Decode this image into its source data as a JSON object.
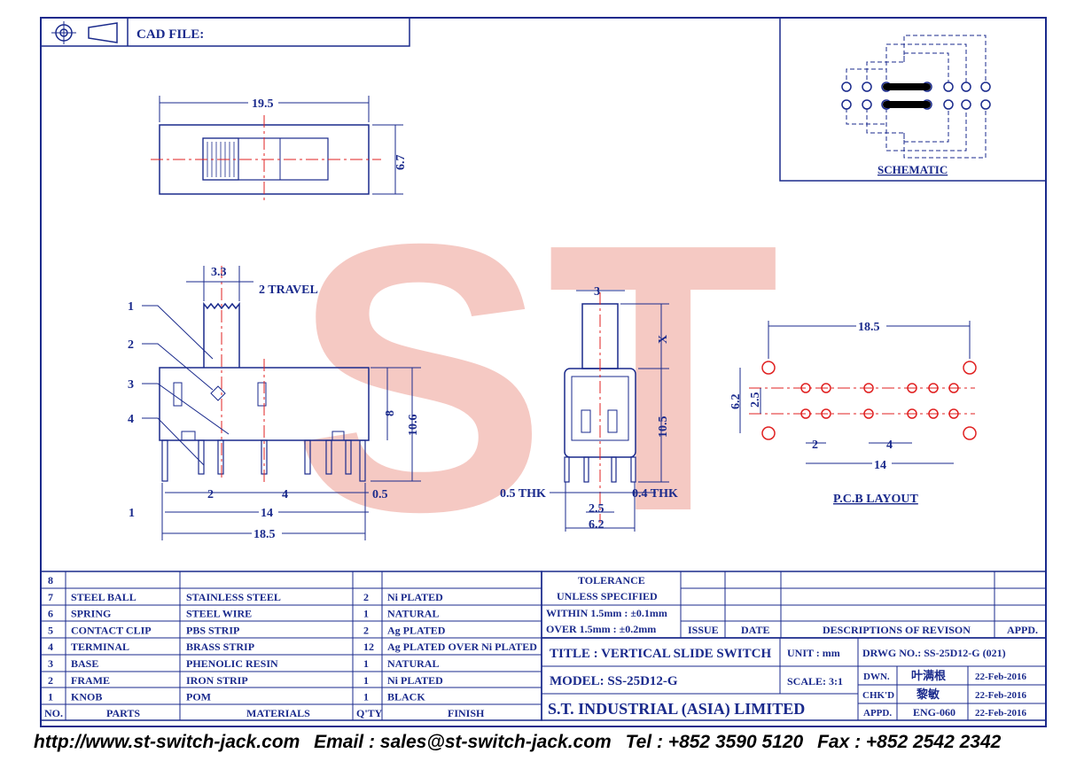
{
  "header": {
    "cad_label": "CAD FILE:"
  },
  "schematic": {
    "label": "SCHEMATIC"
  },
  "watermark": "ST",
  "top_view": {
    "width": "19.5",
    "height": "6.7"
  },
  "front_view": {
    "knob_width": "3.3",
    "travel": "2 TRAVEL",
    "height_body": "8",
    "height_total": "10.6",
    "pitch1": "2",
    "pitch2": "4",
    "span14": "14",
    "span185": "18.5",
    "offset1": "1",
    "offset05": "0.5",
    "callouts": [
      "1",
      "2",
      "3",
      "4"
    ]
  },
  "side_view": {
    "knob": "3",
    "x": "X",
    "height": "10.5",
    "thk1": "0.5 THK",
    "thk2": "0.4 THK",
    "w1": "2.5",
    "w2": "6.2"
  },
  "pcb": {
    "label": "P.C.B LAYOUT",
    "span": "18.5",
    "h1": "6.2",
    "h2": "2.5",
    "p1": "2",
    "p2": "4",
    "p3": "14"
  },
  "parts_table": {
    "headers": [
      "NO.",
      "PARTS",
      "MATERIALS",
      "Q'TY",
      "FINISH"
    ],
    "rows": [
      {
        "no": "8",
        "part": "",
        "material": "",
        "qty": "",
        "finish": ""
      },
      {
        "no": "7",
        "part": "STEEL BALL",
        "material": "STAINLESS STEEL",
        "qty": "2",
        "finish": "Ni PLATED"
      },
      {
        "no": "6",
        "part": "SPRING",
        "material": "STEEL WIRE",
        "qty": "1",
        "finish": "NATURAL"
      },
      {
        "no": "5",
        "part": "CONTACT CLIP",
        "material": "PBS STRIP",
        "qty": "2",
        "finish": "Ag PLATED"
      },
      {
        "no": "4",
        "part": "TERMINAL",
        "material": "BRASS STRIP",
        "qty": "12",
        "finish": "Ag PLATED OVER Ni PLATED"
      },
      {
        "no": "3",
        "part": "BASE",
        "material": "PHENOLIC RESIN",
        "qty": "1",
        "finish": "NATURAL"
      },
      {
        "no": "2",
        "part": "FRAME",
        "material": "IRON STRIP",
        "qty": "1",
        "finish": "Ni PLATED"
      },
      {
        "no": "1",
        "part": "KNOB",
        "material": "POM",
        "qty": "1",
        "finish": "BLACK"
      }
    ]
  },
  "tolerance": {
    "title": "TOLERANCE",
    "sub": "UNLESS   SPECIFIED",
    "l1": "WITHIN  1.5mm : ±0.1mm",
    "l2": "OVER    1.5mm : ±0.2mm",
    "issue": "ISSUE",
    "date": "DATE",
    "desc": "DESCRIPTIONS OF REVISON",
    "appd": "APPD."
  },
  "title_block": {
    "title": "TITLE : VERTICAL SLIDE SWITCH",
    "unit": "UNIT :   mm",
    "drwg": "DRWG NO.: SS-25D12-G (021)",
    "model": "MODEL: SS-25D12-G",
    "scale": "SCALE:  3:1",
    "company": "S.T. INDUSTRIAL (ASIA) LIMITED",
    "dwn_label": "DWN.",
    "dwn_name": "叶满根",
    "dwn_date": "22-Feb-2016",
    "chk_label": "CHK'D",
    "chk_name": "黎敏",
    "chk_date": "22-Feb-2016",
    "appd_label": "APPD.",
    "appd_name": "ENG-060",
    "appd_date": "22-Feb-2016"
  },
  "footer": {
    "url": "http://www.st-switch-jack.com",
    "email": "Email : sales@st-switch-jack.com",
    "tel": "Tel : +852 3590 5120",
    "fax": "Fax : +852 2542 2342"
  },
  "colors": {
    "ink": "#1a2a8c",
    "center_line": "#e02020",
    "watermark": "#f2b7b0"
  }
}
